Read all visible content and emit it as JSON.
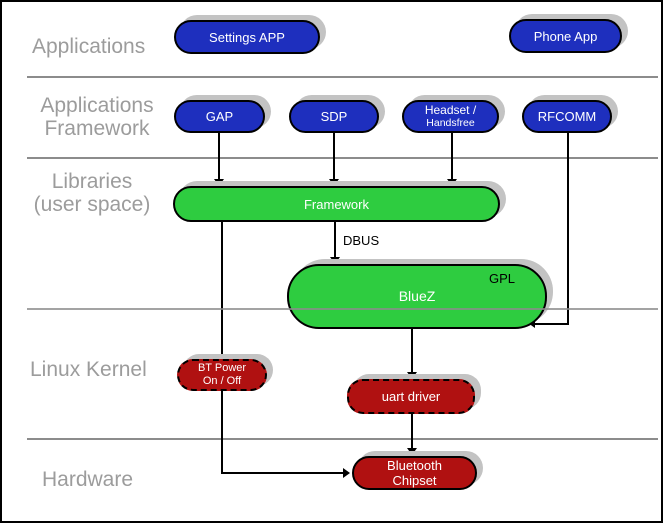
{
  "diagram": {
    "layers": {
      "applications": {
        "label": "Applications"
      },
      "applications_framework": {
        "line1": "Applications",
        "line2": "Framework"
      },
      "libraries": {
        "line1": "Libraries",
        "line2": "(user space)"
      },
      "linux_kernel": {
        "label": "Linux Kernel"
      },
      "hardware": {
        "label": "Hardware"
      }
    },
    "nodes": {
      "settings_app": "Settings APP",
      "phone_app": "Phone App",
      "gap": "GAP",
      "sdp": "SDP",
      "headset": {
        "line1": "Headset /",
        "line2": "Handsfree"
      },
      "rfcomm": "RFCOMM",
      "framework": "Framework",
      "bluez": "BlueZ",
      "gpl": "GPL",
      "bt_power": {
        "line1": "BT Power",
        "line2": "On / Off"
      },
      "uart_driver": "uart driver",
      "bluetooth_chipset": {
        "line1": "Bluetooth",
        "line2": "Chipset"
      }
    },
    "edge_labels": {
      "dbus": "DBUS"
    },
    "colors": {
      "app_blue": "#1e2fbe",
      "lib_green": "#2ecc40",
      "kernel_red": "#b01111",
      "label_gray": "#9c9c9c",
      "divider_gray": "#8c8c8c",
      "shadow_gray": "#c3c3c3"
    }
  }
}
